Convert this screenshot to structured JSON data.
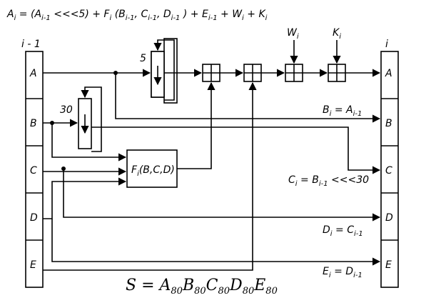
{
  "header_formula": {
    "a": "A",
    "a_sub": "i",
    "eq_open": " = (A",
    "eq_sub1": "i-1",
    "rot": " <<<5) + F",
    "f_sub": "i",
    "args_open": " (B",
    "b_sub": "i-1",
    "c": ", C",
    "c_sub": "i-1",
    "d": ", D",
    "d_sub": "i-1",
    "e": " ) + E",
    "e_sub": "i-1",
    "w": " + W",
    "w_sub": "i",
    "k": " + K",
    "k_sub": "i"
  },
  "left_register": {
    "title": "i - 1",
    "cells": [
      "A",
      "B",
      "C",
      "D",
      "E"
    ]
  },
  "right_register": {
    "title": "i",
    "cells": [
      "A",
      "B",
      "C",
      "D",
      "E"
    ]
  },
  "shift5": {
    "label": "5"
  },
  "shift30": {
    "label": "30"
  },
  "function_box": {
    "f": "F",
    "sub": "i",
    "args": "(B,C,D)"
  },
  "inputs": {
    "w": "W",
    "w_sub": "i",
    "k": "K",
    "k_sub": "i"
  },
  "assignments": {
    "b": {
      "lhs": "B",
      "lhs_sub": "i",
      "eq": " = A",
      "rhs_sub": "i-1",
      "tail": ""
    },
    "c": {
      "lhs": "C",
      "lhs_sub": "i",
      "eq": " = B",
      "rhs_sub": "i-1",
      "tail": " <<<30"
    },
    "d": {
      "lhs": "D",
      "lhs_sub": "i",
      "eq": " = C",
      "rhs_sub": "i-1",
      "tail": ""
    },
    "e": {
      "lhs": "E",
      "lhs_sub": "i",
      "eq": " = D",
      "rhs_sub": "i-1",
      "tail": ""
    }
  },
  "output_formula": {
    "s": "S = A",
    "a_sub": "80",
    "b": "B",
    "b_sub": "80",
    "c": "C",
    "c_sub": "80",
    "d": "D",
    "d_sub": "80",
    "e": "E",
    "e_sub": "80"
  }
}
